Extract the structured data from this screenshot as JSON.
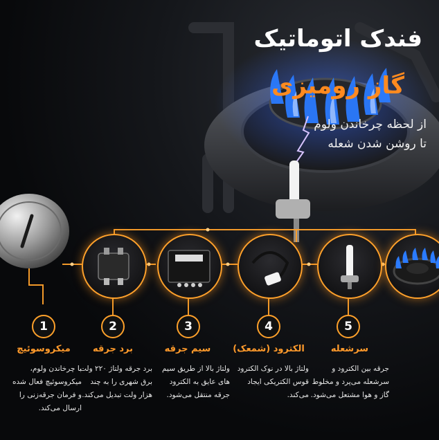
{
  "header": {
    "title": "فندک اتوماتیک",
    "subtitle": "گاز رومیزی",
    "tagline_lines": [
      "از لحظه چرخاندن ولوم",
      "تا روشن شدن شعله"
    ]
  },
  "colors": {
    "accent": "#ffa12b",
    "flame_blue": "#1e6bff",
    "background": "#0b0b0d"
  },
  "steps": [
    {
      "number": "1",
      "title": "میکروسوئیچ",
      "icon": "microswitch-icon",
      "desc_lines": [
        "با چرخاندن ولوم،",
        "میکروسوئیچ فعال شده",
        "و فرمان جرقه‌زنی را",
        "ارسال می‌کند."
      ]
    },
    {
      "number": "2",
      "title": "برد جرقه",
      "icon": "spark-board-icon",
      "desc_lines": [
        "برد جرقه ولتاژ ۲۲۰ ولت",
        "برق شهری را به چند",
        "هزار ولت تبدیل می‌کند."
      ]
    },
    {
      "number": "3",
      "title": "سیم جرقه",
      "icon": "spark-wire-icon",
      "desc_lines": [
        "ولتاژ بالا از طریق سیم",
        "های عایق به الکترود",
        "جرقه منتقل می‌شود."
      ]
    },
    {
      "number": "4",
      "title": "الکترود (شمعک)",
      "icon": "electrode-icon",
      "desc_lines": [
        "ولتاژ بالا در نوک الکترود",
        "قوس الکتریکی ایجاد",
        "می‌کند."
      ]
    },
    {
      "number": "5",
      "title": "سرشعله",
      "icon": "burner-flame-icon",
      "desc_lines": [
        "جرقه بین الکترود و",
        "سرشعله می‌پرد و مخلوط",
        "گاز و هوا مشتعل می‌شود."
      ]
    }
  ]
}
